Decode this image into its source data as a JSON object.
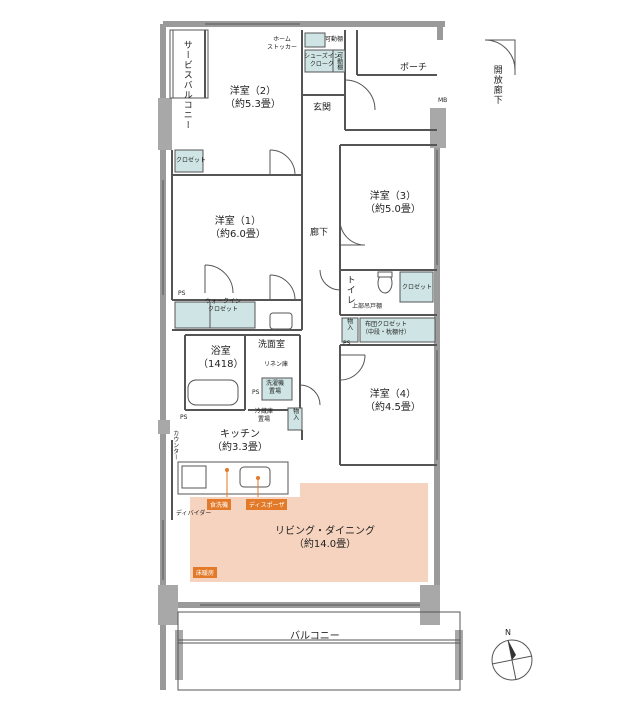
{
  "rooms": {
    "western2": {
      "name": "洋室（2）",
      "size": "（約5.3畳）"
    },
    "western1": {
      "name": "洋室（1）",
      "size": "（約6.0畳）"
    },
    "western3": {
      "name": "洋室（3）",
      "size": "（約5.0畳）"
    },
    "western4": {
      "name": "洋室（4）",
      "size": "（約4.5畳）"
    },
    "bath": {
      "name": "浴室",
      "size": "（1418）"
    },
    "washroom": "洗面室",
    "kitchen": {
      "name": "キッチン",
      "size": "（約3.3畳）"
    },
    "living": {
      "name": "リビング・ダイニング",
      "size": "（約14.0畳）"
    },
    "entrance": "玄関",
    "hallway": "廊下",
    "toilet": "トイレ",
    "porch": "ポーチ",
    "balcony": "バルコニー",
    "service_balcony": "サービスバルコニー",
    "open_corridor": "開放廊下"
  },
  "labels": {
    "closet": "クロゼット",
    "closet2": "クロゼット",
    "closet3": "クロゼット",
    "walkin_closet": "ウォークイン\nクロゼット",
    "futon_closet": "布団クロゼット\n（中段・枕棚付）",
    "storage1": "物入",
    "storage2": "物入",
    "shoes_in_cloak": "シューズイン\nクローク",
    "movable_shelf1": "可動棚",
    "movable_shelf2": "可動棚",
    "home_stocker": "ホーム\nストッカー",
    "linen": "リネン庫",
    "washer": "洗濯機\n置場",
    "fridge": "冷蔵庫\n置場",
    "upper_shelf": "上部吊戸棚",
    "counter": "カウンター",
    "divider": "ディバイダー",
    "mb": "MB",
    "ps1": "PS",
    "ps2": "PS",
    "ps3": "PS",
    "ps4": "PS"
  },
  "tags": {
    "dishwasher": "食洗機",
    "disposer": "ディスポーザ",
    "floor_heating": "床暖房"
  },
  "compass": "N",
  "colors": {
    "floor_heating": "#f6d3bf",
    "accent": "#e27a2a",
    "fixture": "#cfe4e4",
    "wall": "#9a9a9a"
  }
}
